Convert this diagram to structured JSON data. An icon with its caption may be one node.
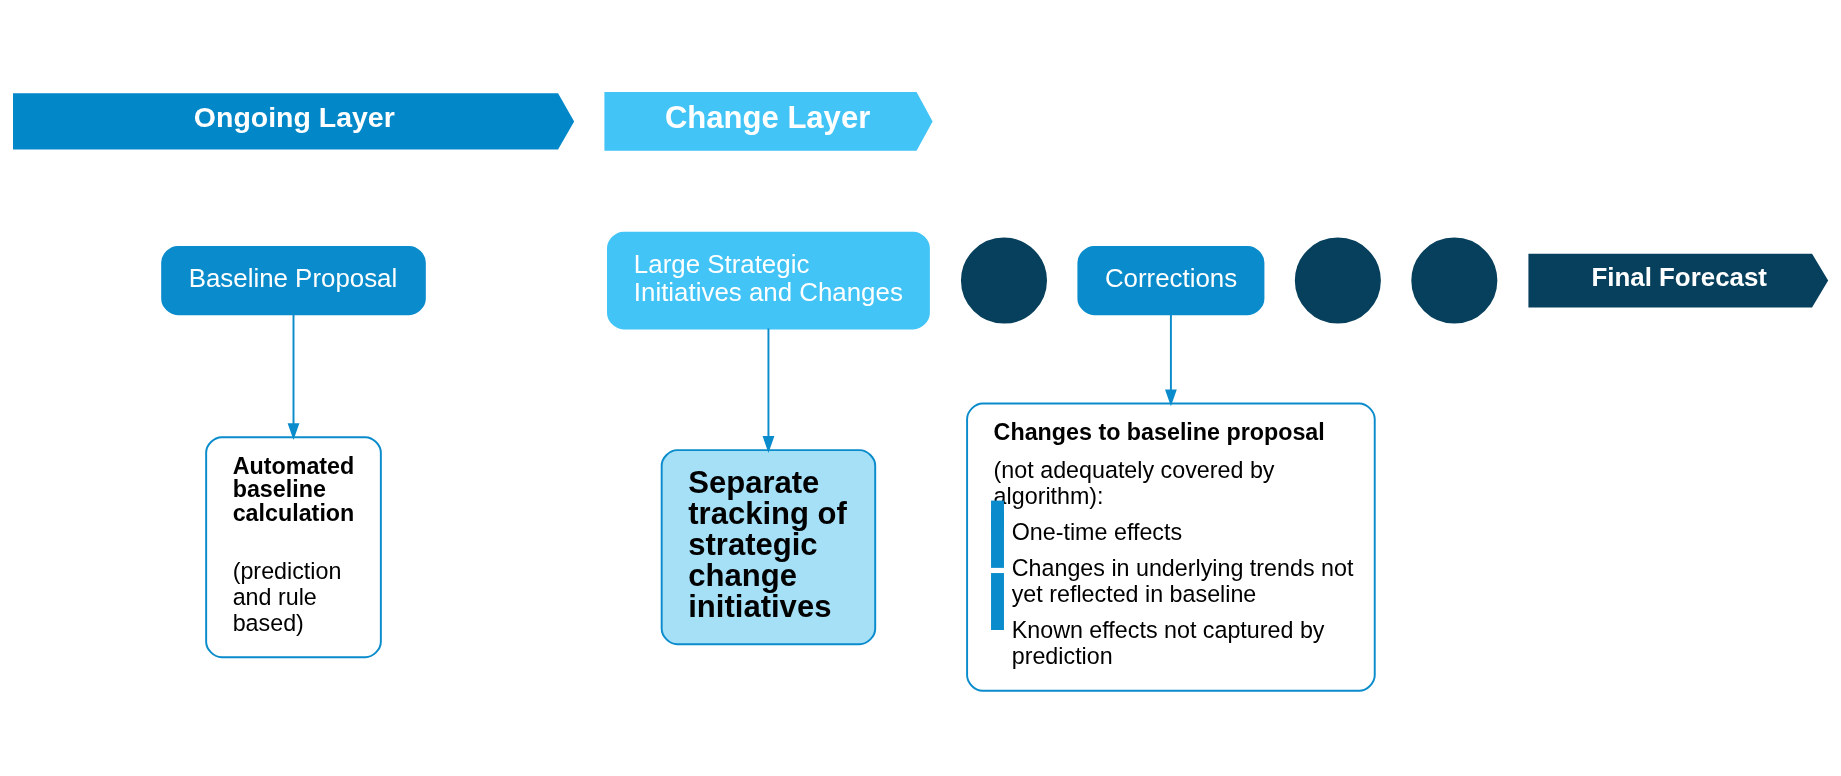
{
  "diagram": {
    "nodes": [
      {
        "text": [
          "Ongoing Layer"
        ]
      },
      {
        "text": [
          "Change Layer"
        ]
      },
      {
        "text": [
          "Baseline Proposal"
        ]
      },
      {
        "text": [],
        "shape": "circle"
      },
      {
        "text": [
          "Corrections"
        ]
      },
      {
        "text": [],
        "shape": "circle"
      },
      {
        "text": [
          "Large Strategic Initiatives and Changes"
        ]
      },
      {
        "text": [],
        "shape": "circle"
      },
      {
        "text": [
          "Final Forecast"
        ]
      },
      {
        "text": [
          "Automated baseline calculation",
          "(prediction and rule based)"
        ]
      },
      {
        "text": [
          "Changes to baseline proposal",
          "(not adequately covered by algorithm):",
          "One-time effects",
          "Changes in underlying trends not yet reflected in baseline",
          "Known effects not captured by prediction"
        ]
      },
      {
        "text": [
          "Separate tracking of strategic change initiatives"
        ]
      }
    ],
    "edges": [
      {
        "from": 2,
        "to": 9,
        "arrow": "to"
      },
      {
        "from": 4,
        "to": 10,
        "arrow": "to"
      },
      {
        "from": 6,
        "to": 11,
        "arrow": "to"
      }
    ]
  }
}
